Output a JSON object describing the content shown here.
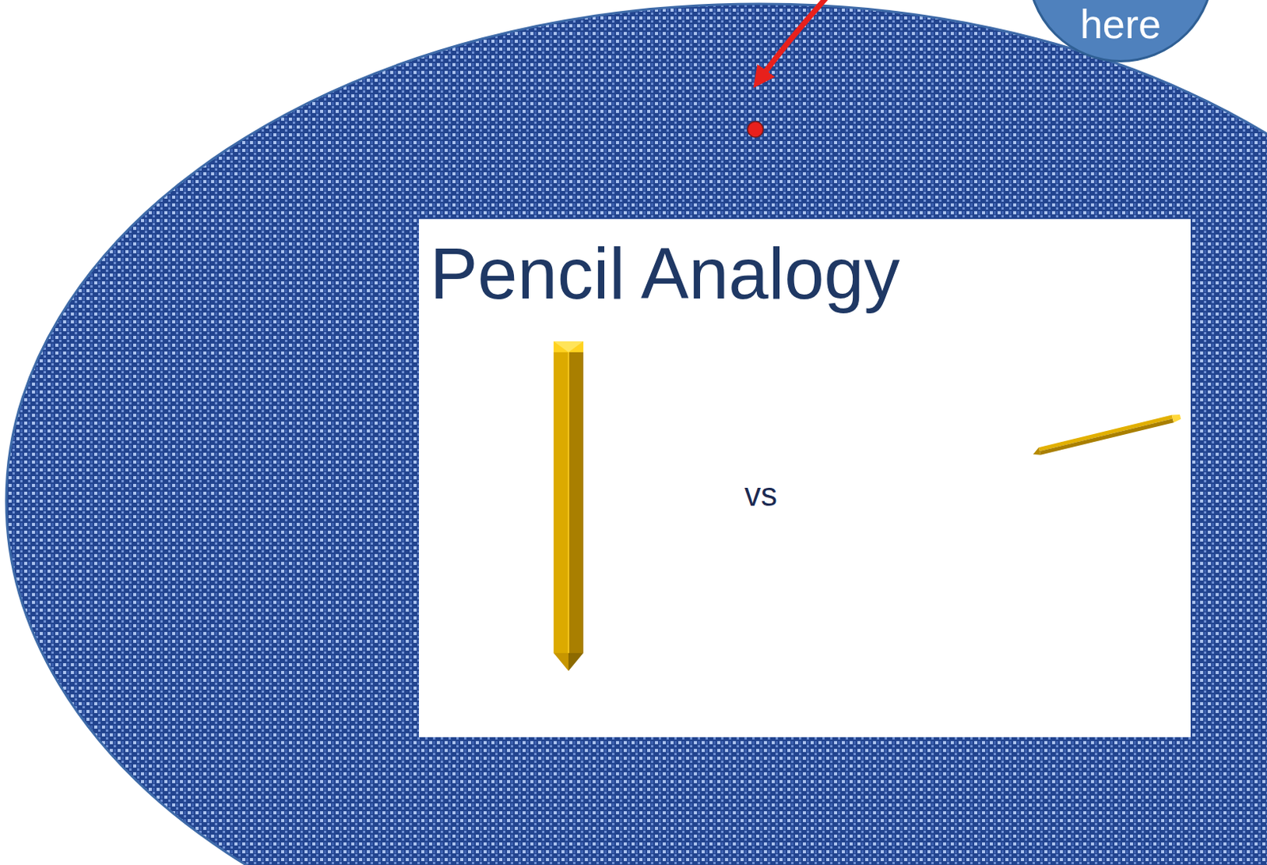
{
  "diagram": {
    "nodes": [
      {
        "text": [
          "here"
        ]
      },
      {
        "text": [
          "Pencil Analogy",
          "vs"
        ]
      }
    ]
  }
}
